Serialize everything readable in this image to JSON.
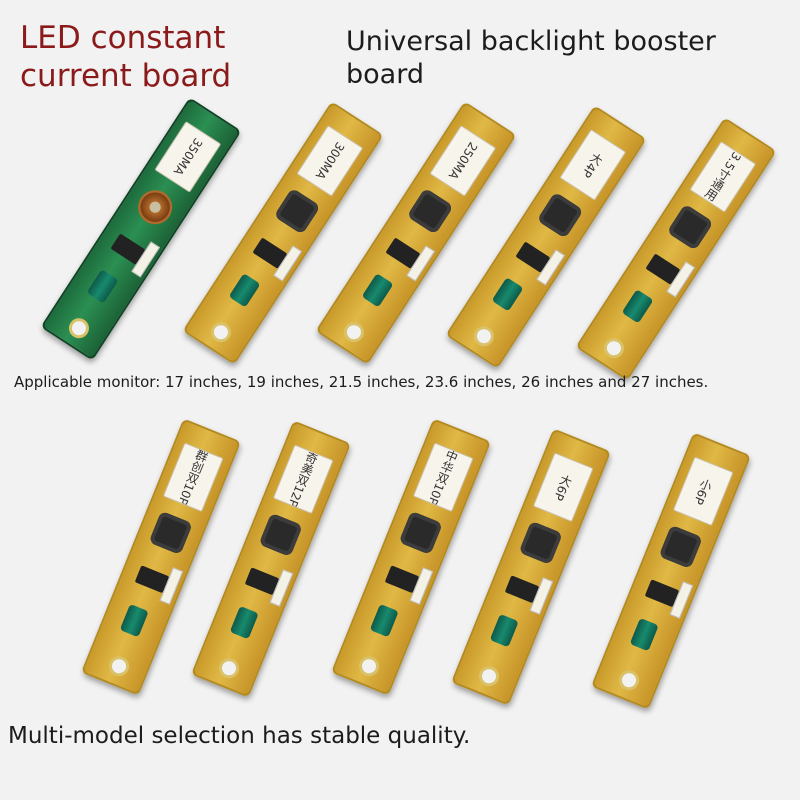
{
  "captions": {
    "led_title": "LED constant current board",
    "universal_title": "Universal backlight booster board",
    "monitor_note": "Applicable monitor: 17 inches, 19 inches, 21.5 inches, 23.6 inches, 26 inches and 27 inches.",
    "quality_note": "Multi-model selection has stable quality."
  },
  "boards_top": [
    {
      "label": "350MA",
      "color": "#2b8f52"
    },
    {
      "label": "300MA",
      "color": "#e0b845"
    },
    {
      "label": "250MA",
      "color": "#e0b845"
    },
    {
      "label": "大4P",
      "color": "#e0b845"
    },
    {
      "label": "3.5寸通用",
      "color": "#e0b845"
    }
  ],
  "boards_bottom": [
    {
      "label": "群创双10P",
      "color": "#e0b845"
    },
    {
      "label": "奇美双12P",
      "color": "#e0b845"
    },
    {
      "label": "中华双10P",
      "color": "#e0b845"
    },
    {
      "label": "大6P",
      "color": "#e0b845"
    },
    {
      "label": "小6P",
      "color": "#e0b845"
    }
  ]
}
